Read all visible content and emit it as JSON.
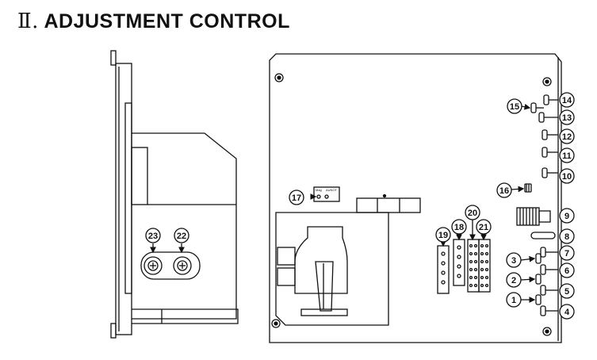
{
  "header": {
    "roman_numeral": "Ⅱ.",
    "title": "ADJUSTMENT CONTROL"
  },
  "side_view": {
    "callouts": [
      {
        "id": "23",
        "label": "23"
      },
      {
        "id": "22",
        "label": "22"
      }
    ]
  },
  "front_view": {
    "board_labels": [
      "Mag",
      "AUNOT"
    ],
    "callouts": [
      {
        "id": "14",
        "label": "14"
      },
      {
        "id": "15",
        "label": "15"
      },
      {
        "id": "13",
        "label": "13"
      },
      {
        "id": "12",
        "label": "12"
      },
      {
        "id": "11",
        "label": "11"
      },
      {
        "id": "10",
        "label": "10"
      },
      {
        "id": "16",
        "label": "16"
      },
      {
        "id": "17",
        "label": "17"
      },
      {
        "id": "9",
        "label": "9"
      },
      {
        "id": "20",
        "label": "20"
      },
      {
        "id": "18",
        "label": "18"
      },
      {
        "id": "21",
        "label": "21"
      },
      {
        "id": "19",
        "label": "19"
      },
      {
        "id": "8",
        "label": "8"
      },
      {
        "id": "7",
        "label": "7"
      },
      {
        "id": "3",
        "label": "3"
      },
      {
        "id": "6",
        "label": "6"
      },
      {
        "id": "2",
        "label": "2"
      },
      {
        "id": "5",
        "label": "5"
      },
      {
        "id": "1",
        "label": "1"
      },
      {
        "id": "4",
        "label": "4"
      }
    ]
  },
  "colors": {
    "line": "#111111",
    "background": "#ffffff"
  }
}
